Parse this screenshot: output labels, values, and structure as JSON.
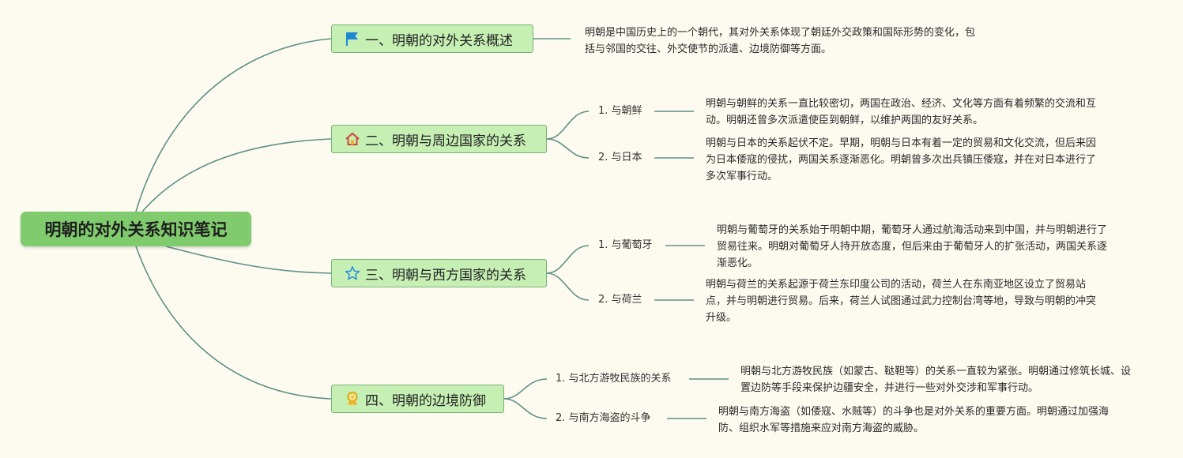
{
  "root": {
    "title": "明朝的对外关系知识笔记"
  },
  "branches": [
    {
      "title": "一、明朝的对外关系概述",
      "icon": "flag-icon",
      "desc": "明朝是中国历史上的一个朝代，其对外关系体现了朝廷外交政策和国际形势的变化，包括与邻国的交往、外交使节的派遣、边境防御等方面。"
    },
    {
      "title": "二、明朝与周边国家的关系",
      "icon": "house-icon",
      "children": [
        {
          "label": "1. 与朝鲜",
          "desc": "明朝与朝鲜的关系一直比较密切，两国在政治、经济、文化等方面有着频繁的交流和互动。明朝还曾多次派遣使臣到朝鲜，以维护两国的友好关系。"
        },
        {
          "label": "2. 与日本",
          "desc": "明朝与日本的关系起伏不定。早期，明朝与日本有着一定的贸易和文化交流，但后来因为日本倭寇的侵扰，两国关系逐渐恶化。明朝曾多次出兵镇压倭寇，并在对日本进行了多次军事行动。"
        }
      ]
    },
    {
      "title": "三、明朝与西方国家的关系",
      "icon": "star-icon",
      "children": [
        {
          "label": "1. 与葡萄牙",
          "desc": "明朝与葡萄牙的关系始于明朝中期，葡萄牙人通过航海活动来到中国，并与明朝进行了贸易往来。明朝对葡萄牙人持开放态度，但后来由于葡萄牙人的扩张活动，两国关系逐渐恶化。"
        },
        {
          "label": "2. 与荷兰",
          "desc": "明朝与荷兰的关系起源于荷兰东印度公司的活动，荷兰人在东南亚地区设立了贸易站点，并与明朝进行贸易。后来，荷兰人试图通过武力控制台湾等地，导致与明朝的冲突升级。"
        }
      ]
    },
    {
      "title": "四、明朝的边境防御",
      "icon": "award-icon",
      "children": [
        {
          "label": "1. 与北方游牧民族的关系",
          "desc": "明朝与北方游牧民族（如蒙古、鞑靼等）的关系一直较为紧张。明朝通过修筑长城、设置边防等手段来保护边疆安全，并进行一些对外交涉和军事行动。"
        },
        {
          "label": "2. 与南方海盗的斗争",
          "desc": "明朝与南方海盗（如倭寇、水贼等）的斗争也是对外关系的重要方面。明朝通过加强海防、组织水军等措施来应对南方海盗的威胁。"
        }
      ]
    }
  ],
  "colors": {
    "background": "#fdfbf0",
    "root_fill": "#7fcb6e",
    "branch_fill": "#c6efb4",
    "branch_border": "#79b279",
    "link": "#5f8f87"
  }
}
